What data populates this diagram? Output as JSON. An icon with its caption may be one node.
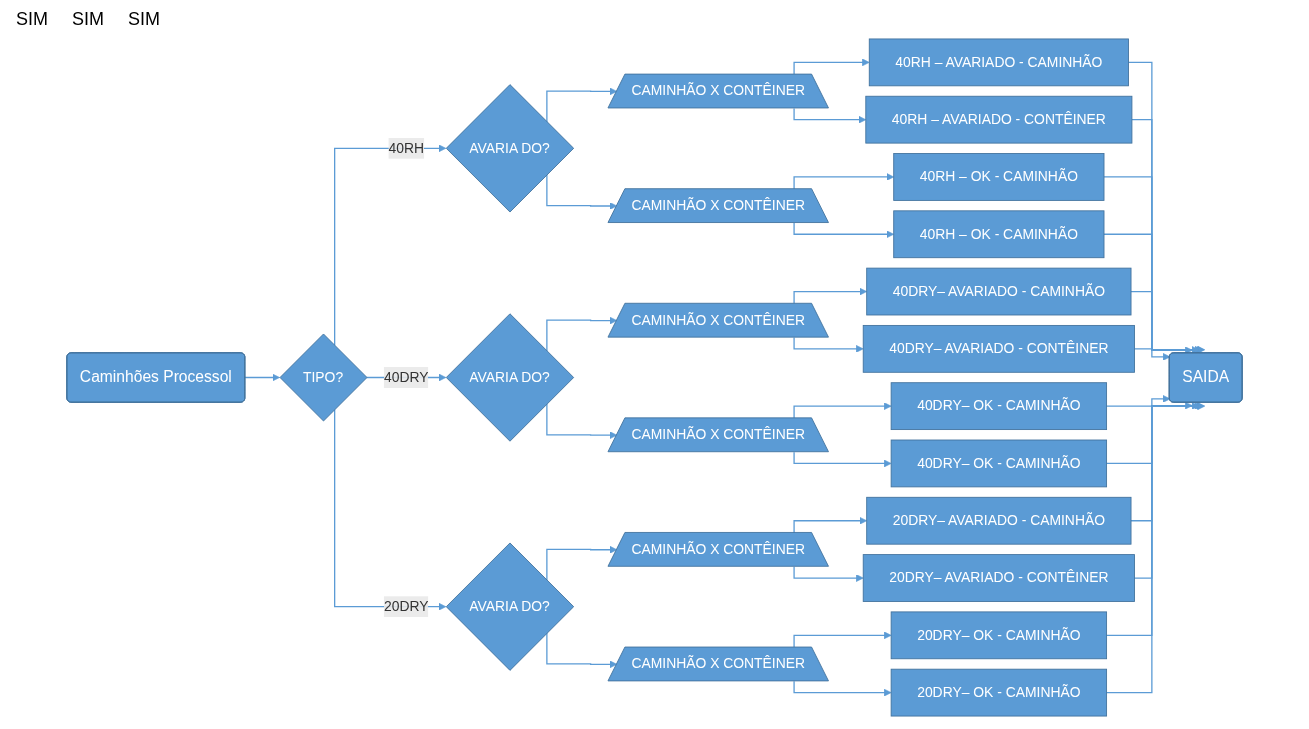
{
  "diagram": {
    "nodes": [
      {
        "text": [
          "Caminhões Processol"
        ]
      },
      {
        "text": [
          "TIPO?"
        ]
      },
      {
        "text": [
          "AVARIA DO?"
        ]
      },
      {
        "text": [
          "CAMINHÃO X CONTÊINER"
        ]
      },
      {
        "text": [
          "CAMINHÃO X CONTÊINER"
        ]
      },
      {
        "text": [
          "40RH – AVARIADO - CAMINHÃO"
        ]
      },
      {
        "text": [
          "40RH – AVARIADO - CONTÊINER"
        ]
      },
      {
        "text": [
          "40RH – OK - CAMINHÃO"
        ]
      },
      {
        "text": [
          "40RH – OK - CAMINHÃO"
        ]
      },
      {
        "text": [
          "AVARIA DO?"
        ]
      },
      {
        "text": [
          "CAMINHÃO X CONTÊINER"
        ]
      },
      {
        "text": [
          "CAMINHÃO X CONTÊINER"
        ]
      },
      {
        "text": [
          "40DRY– AVARIADO - CAMINHÃO"
        ]
      },
      {
        "text": [
          "40DRY– AVARIADO - CONTÊINER"
        ]
      },
      {
        "text": [
          "40DRY– OK - CAMINHÃO"
        ]
      },
      {
        "text": [
          "40DRY– OK - CAMINHÃO"
        ]
      },
      {
        "text": [
          "AVARIA DO?"
        ]
      },
      {
        "text": [
          "CAMINHÃO X CONTÊINER"
        ]
      },
      {
        "text": [
          "CAMINHÃO X CONTÊINER"
        ]
      },
      {
        "text": [
          "20DRY– AVARIADO - CAMINHÃO"
        ]
      },
      {
        "text": [
          "20DRY– AVARIADO - CONTÊINER"
        ]
      },
      {
        "text": [
          "20DRY– OK - CAMINHÃO"
        ]
      },
      {
        "text": [
          "20DRY– OK - CAMINHÃO"
        ]
      },
      {
        "text": [
          "SAIDA"
        ]
      }
    ],
    "edges": [
      {
        "from": 0,
        "to": 1,
        "arrow": "to"
      },
      {
        "from": 1,
        "to": 2,
        "arrow": "to",
        "label": "40RH"
      },
      {
        "from": 1,
        "to": 9,
        "arrow": "to",
        "label": "40DRY"
      },
      {
        "from": 1,
        "to": 16,
        "arrow": "to",
        "label": "20DRY"
      },
      {
        "from": 2,
        "to": 3,
        "arrow": "to"
      },
      {
        "from": 2,
        "to": 4,
        "arrow": "to"
      },
      {
        "from": 3,
        "to": 5,
        "arrow": "to"
      },
      {
        "from": 3,
        "to": 6,
        "arrow": "to"
      },
      {
        "from": 4,
        "to": 7,
        "arrow": "to"
      },
      {
        "from": 4,
        "to": 8,
        "arrow": "to"
      },
      {
        "from": 9,
        "to": 10,
        "arrow": "to"
      },
      {
        "from": 9,
        "to": 11,
        "arrow": "to"
      },
      {
        "from": 10,
        "to": 12,
        "arrow": "to"
      },
      {
        "from": 10,
        "to": 13,
        "arrow": "to"
      },
      {
        "from": 11,
        "to": 14,
        "arrow": "to"
      },
      {
        "from": 11,
        "to": 15,
        "arrow": "to"
      },
      {
        "from": 16,
        "to": 17,
        "arrow": "to"
      },
      {
        "from": 16,
        "to": 18,
        "arrow": "to"
      },
      {
        "from": 17,
        "to": 19,
        "arrow": "to"
      },
      {
        "from": 17,
        "to": 20,
        "arrow": "to"
      },
      {
        "from": 18,
        "to": 21,
        "arrow": "to"
      },
      {
        "from": 18,
        "to": 22,
        "arrow": "to"
      },
      {
        "from": 5,
        "to": 23,
        "arrow": "to"
      },
      {
        "from": 6,
        "to": 23,
        "arrow": "to"
      },
      {
        "from": 7,
        "to": 23,
        "arrow": "to"
      },
      {
        "from": 8,
        "to": 23,
        "arrow": "to"
      },
      {
        "from": 12,
        "to": 23,
        "arrow": "to"
      },
      {
        "from": 13,
        "to": 23,
        "arrow": "to"
      },
      {
        "from": 14,
        "to": 23,
        "arrow": "to"
      },
      {
        "from": 15,
        "to": 23,
        "arrow": "to"
      },
      {
        "from": 19,
        "to": 23,
        "arrow": "to"
      },
      {
        "from": 20,
        "to": 23,
        "arrow": "to"
      },
      {
        "from": 21,
        "to": 23,
        "arrow": "to"
      },
      {
        "from": 22,
        "to": 23,
        "arrow": "to"
      }
    ],
    "labels": [
      "SIM",
      "SIM",
      "SIM"
    ]
  }
}
